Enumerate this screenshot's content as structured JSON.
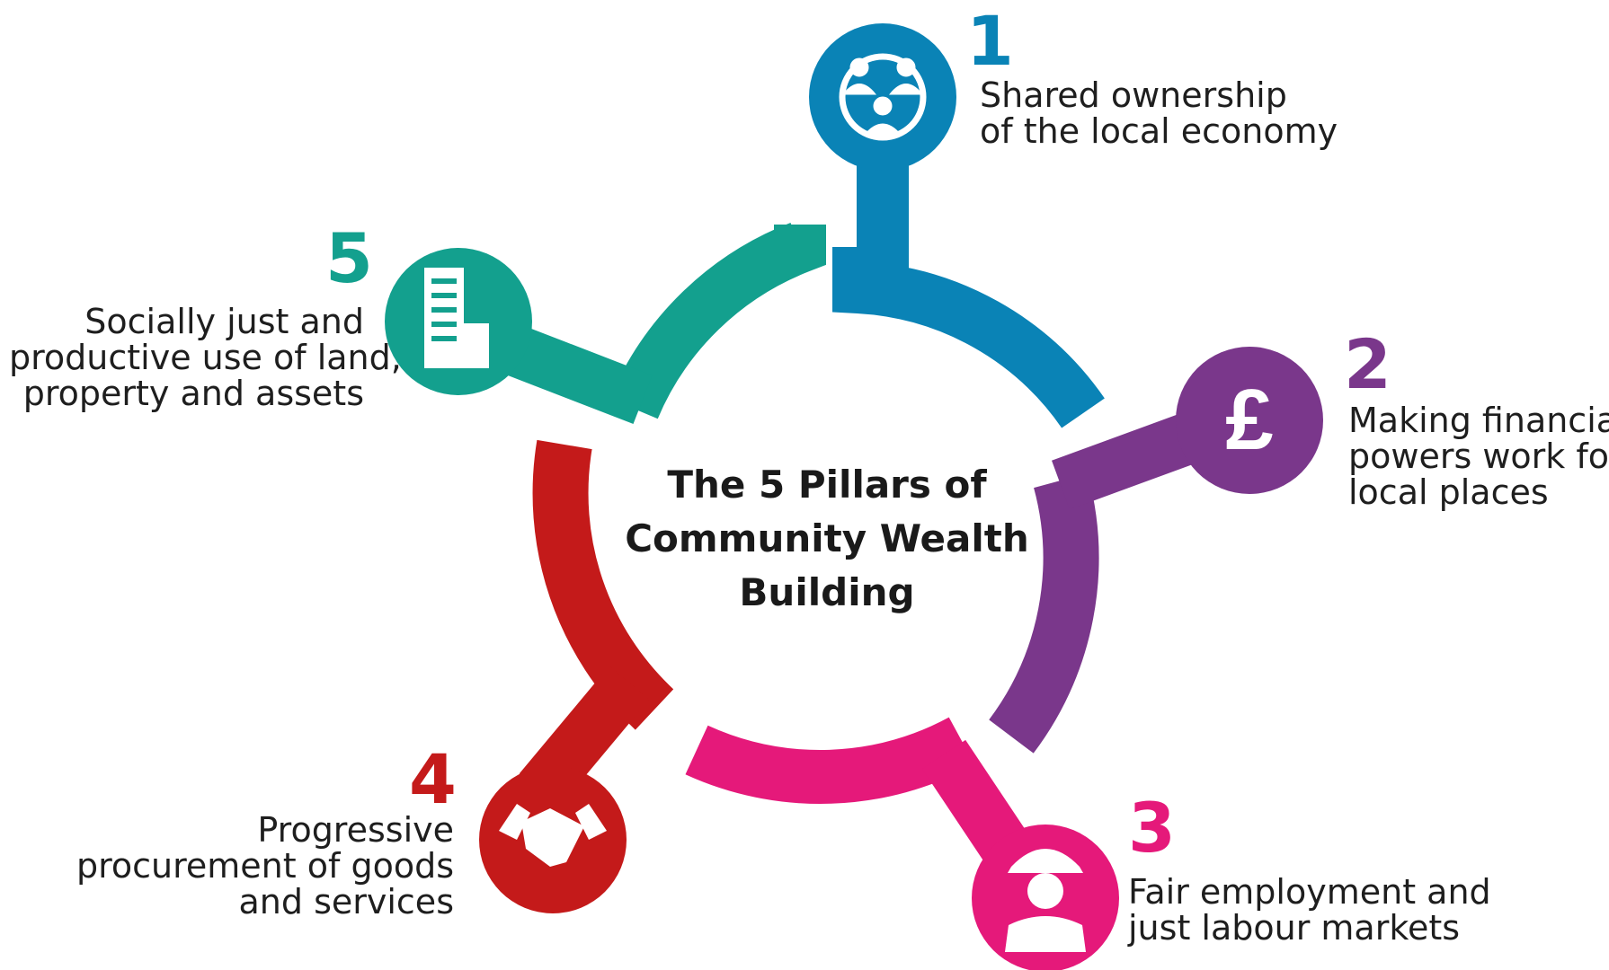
{
  "title": "The 5 Pillars of Community Wealth Building",
  "pillars": [
    {
      "number": "1",
      "label_lines": [
        "Shared ownership",
        "of the local economy"
      ],
      "color": "#0a83b6",
      "icon": "people-network-icon"
    },
    {
      "number": "2",
      "label_lines": [
        "Making financial",
        "powers work for",
        "local places"
      ],
      "color": "#7a378b",
      "icon": "pound-sign-icon"
    },
    {
      "number": "3",
      "label_lines": [
        "Fair employment and",
        "just labour markets"
      ],
      "color": "#e5197a",
      "icon": "construction-worker-icon"
    },
    {
      "number": "4",
      "label_lines": [
        "Progressive",
        "procurement of goods",
        "and services"
      ],
      "color": "#c41a1a",
      "icon": "handshake-icon"
    },
    {
      "number": "5",
      "label_lines": [
        "Socially just and",
        "productive use of land,",
        "property and assets"
      ],
      "color": "#13a08e",
      "icon": "building-icon"
    }
  ]
}
